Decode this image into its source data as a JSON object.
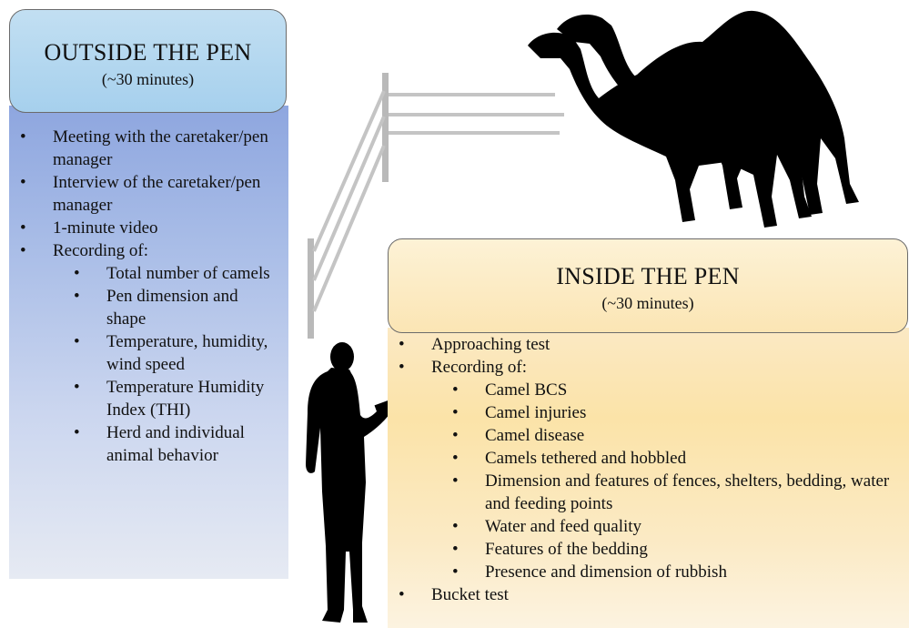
{
  "outside": {
    "title": "OUTSIDE THE PEN",
    "duration": "(~30 minutes)",
    "items": [
      "Meeting with the caretaker/pen manager",
      "Interview of the caretaker/pen manager",
      "1-minute video",
      "Recording of:"
    ],
    "recording_items": [
      "Total number of camels",
      "Pen dimension and shape",
      "Temperature, humidity, wind speed",
      "Temperature Humidity Index (THI)",
      "Herd and individual animal behavior"
    ]
  },
  "inside": {
    "title": "INSIDE THE PEN",
    "duration": "(~30 minutes)",
    "items": [
      "Approaching test",
      "Recording of:"
    ],
    "recording_items": [
      "Camel BCS",
      "Camel injuries",
      "Camel disease",
      "Camels tethered and hobbled",
      "Dimension and features of fences, shelters, bedding, water and feeding points",
      "Water and feed quality",
      "Features of the bedding",
      "Presence and dimension of rubbish"
    ],
    "last_item": "Bucket test"
  },
  "icons": [
    "fence-icon",
    "camels-silhouette-icon",
    "inspector-silhouette-icon"
  ],
  "colors": {
    "outside_header": "#a6d0ed",
    "outside_body": "#a9bde7",
    "inside_header": "#fbe5b4",
    "inside_body": "#fbe3a8",
    "silhouette": "#000000",
    "fence": "#b9b9b9"
  }
}
